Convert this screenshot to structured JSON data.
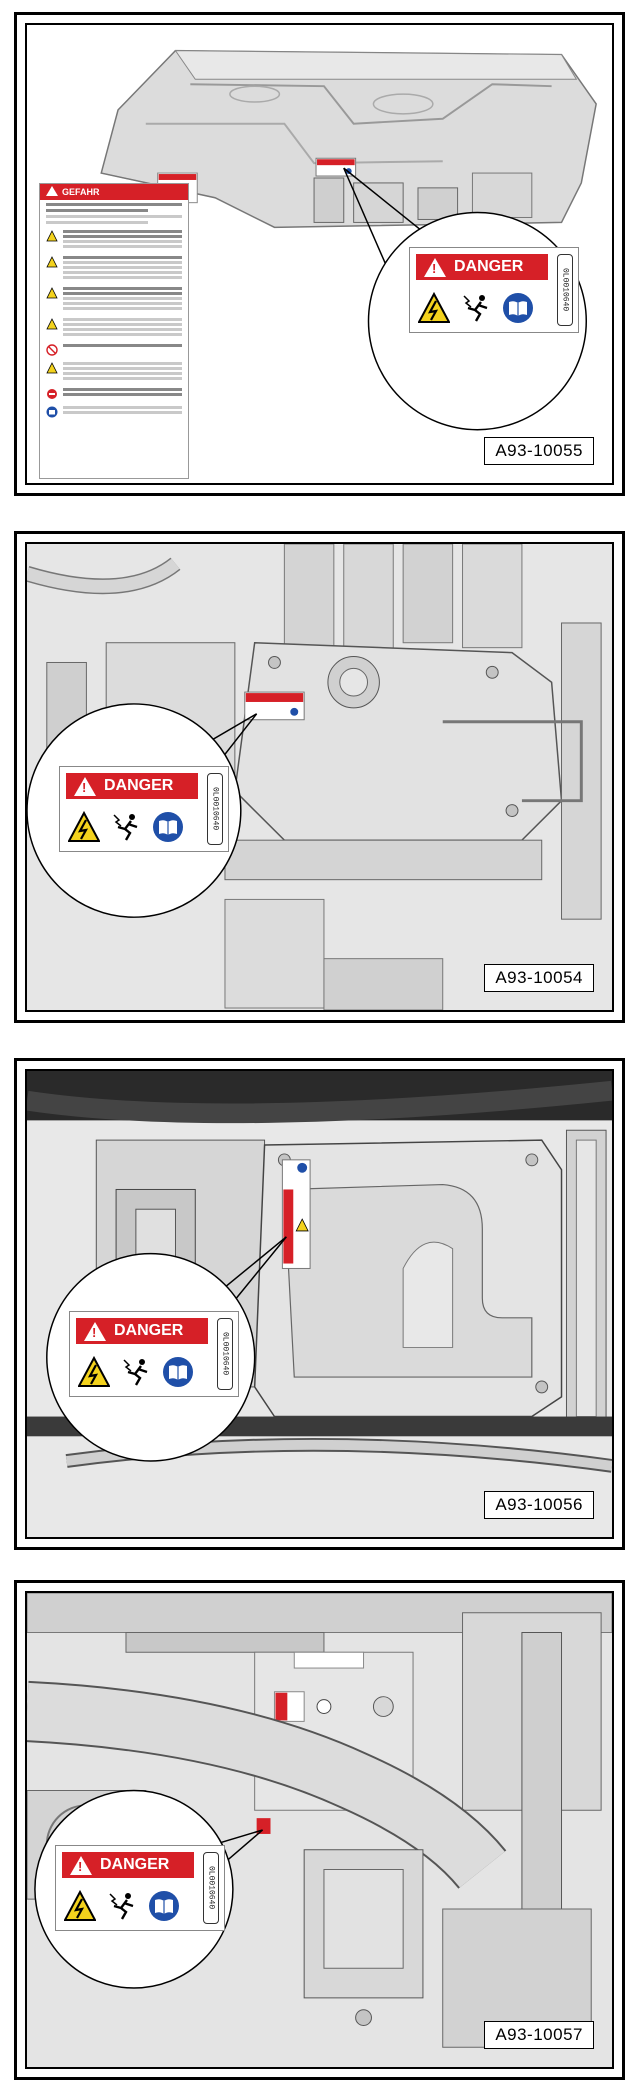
{
  "panels": [
    {
      "ref": "A93-10055",
      "danger": {
        "title": "DANGER",
        "part_no": "0L0010640"
      },
      "sheet": {
        "title": "GEFAHR"
      }
    },
    {
      "ref": "A93-10054",
      "danger": {
        "title": "DANGER",
        "part_no": "0L0010640"
      }
    },
    {
      "ref": "A93-10056",
      "danger": {
        "title": "DANGER",
        "part_no": "0L0010640"
      }
    },
    {
      "ref": "A93-10057",
      "danger": {
        "title": "DANGER",
        "part_no": "0L0010640"
      }
    }
  ],
  "colors": {
    "danger_red": "#d62027",
    "info_blue": "#1f4fa8",
    "warning_yellow": "#f3d21d"
  },
  "icons": [
    "warning-triangle-icon",
    "electric-shock-icon",
    "manual-book-icon"
  ]
}
